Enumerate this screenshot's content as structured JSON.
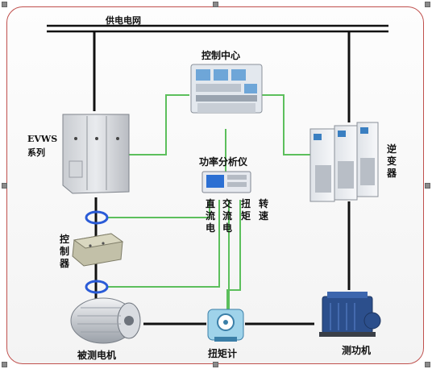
{
  "labels": {
    "grid": "供电电网",
    "control_center": "控制中心",
    "evws_line1": "EVWS",
    "evws_line2": "系列",
    "inverter": "逆变器",
    "power_analyzer": "功率分析仪",
    "dc_voltage": "直流电",
    "ac_voltage": "交流电",
    "torque": "扭矩",
    "speed": "转速",
    "controller": "控制器",
    "motor_under_test": "被测电机",
    "torque_meter": "扭矩计",
    "dynamometer": "测功机"
  },
  "colors": {
    "frame_border": "#c0504d",
    "power_line": "#111111",
    "signal_line": "#5cbf5c",
    "coil": "#2a5bd7"
  }
}
